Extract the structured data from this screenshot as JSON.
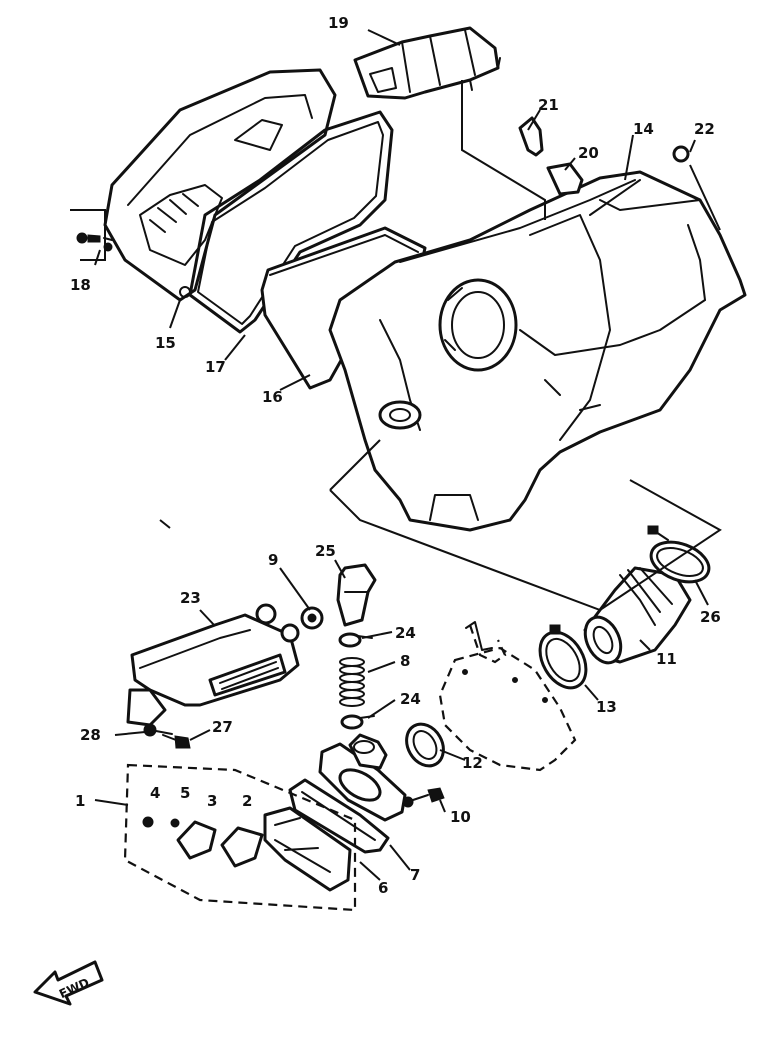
{
  "diagram": {
    "callouts": {
      "1": "1",
      "2": "2",
      "3": "3",
      "4": "4",
      "5": "5",
      "6": "6",
      "7": "7",
      "8": "8",
      "9": "9",
      "10": "10",
      "11": "11",
      "12": "12",
      "13": "13",
      "14": "14",
      "15": "15",
      "16": "16",
      "17": "17",
      "18": "18",
      "19": "19",
      "20": "20",
      "21": "21",
      "22": "22",
      "23": "23",
      "24a": "24",
      "24b": "24",
      "25": "25",
      "26": "26",
      "27": "27",
      "28": "28"
    },
    "direction_label": "FWD",
    "colors": {
      "ink": "#111111",
      "paper": "#ffffff"
    }
  }
}
